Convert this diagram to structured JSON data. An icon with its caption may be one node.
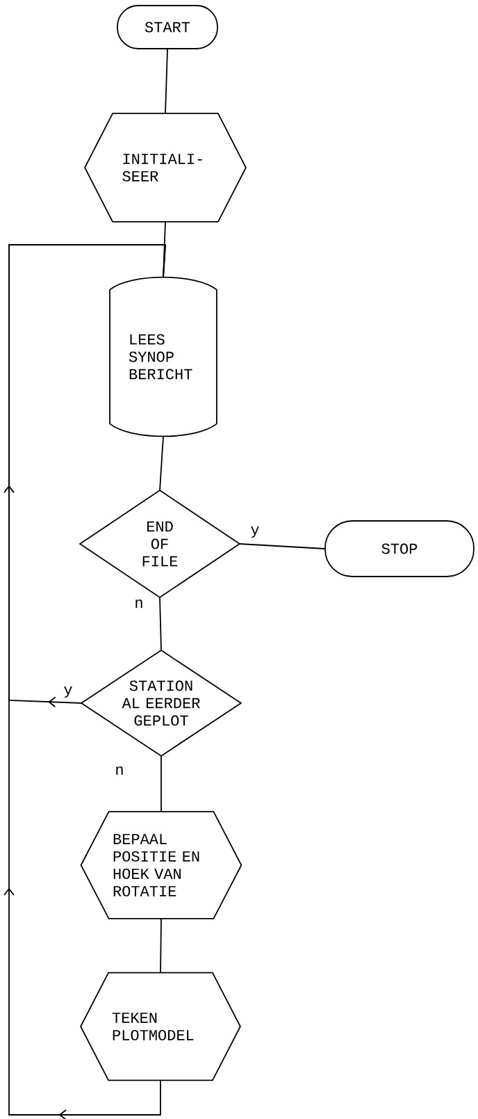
{
  "diagram": {
    "nodes": [
      {
        "text": [
          "START"
        ]
      },
      {
        "text": [
          "INITIALI- SEER"
        ]
      },
      {
        "text": [
          "LEES SYNOP BERICHT"
        ]
      },
      {
        "text": [
          "END OF FILE"
        ]
      },
      {
        "text": [
          "STOP"
        ]
      },
      {
        "text": [
          "STATION AL EERDER GEPLOT"
        ]
      },
      {
        "text": [
          "BEPAAL POSITIE EN HOEK VAN ROTATIE"
        ]
      },
      {
        "text": [
          "TEKEN PLOTMODEL"
        ]
      }
    ],
    "edges": [
      {
        "from": 0,
        "to": 1,
        "arrow": "none"
      },
      {
        "from": 1,
        "to": 2,
        "arrow": "none"
      },
      {
        "from": 2,
        "to": 3,
        "arrow": "none"
      },
      {
        "from": 3,
        "to": 4,
        "arrow": "none",
        "label": "y"
      },
      {
        "from": 3,
        "to": 5,
        "arrow": "none",
        "label": "n"
      },
      {
        "from": 5,
        "to": 2,
        "arrow": "to",
        "label": "y"
      },
      {
        "from": 5,
        "to": 6,
        "arrow": "none",
        "label": "n"
      },
      {
        "from": 6,
        "to": 7,
        "arrow": "none"
      },
      {
        "from": 7,
        "to": 2,
        "arrow": "to"
      }
    ]
  }
}
